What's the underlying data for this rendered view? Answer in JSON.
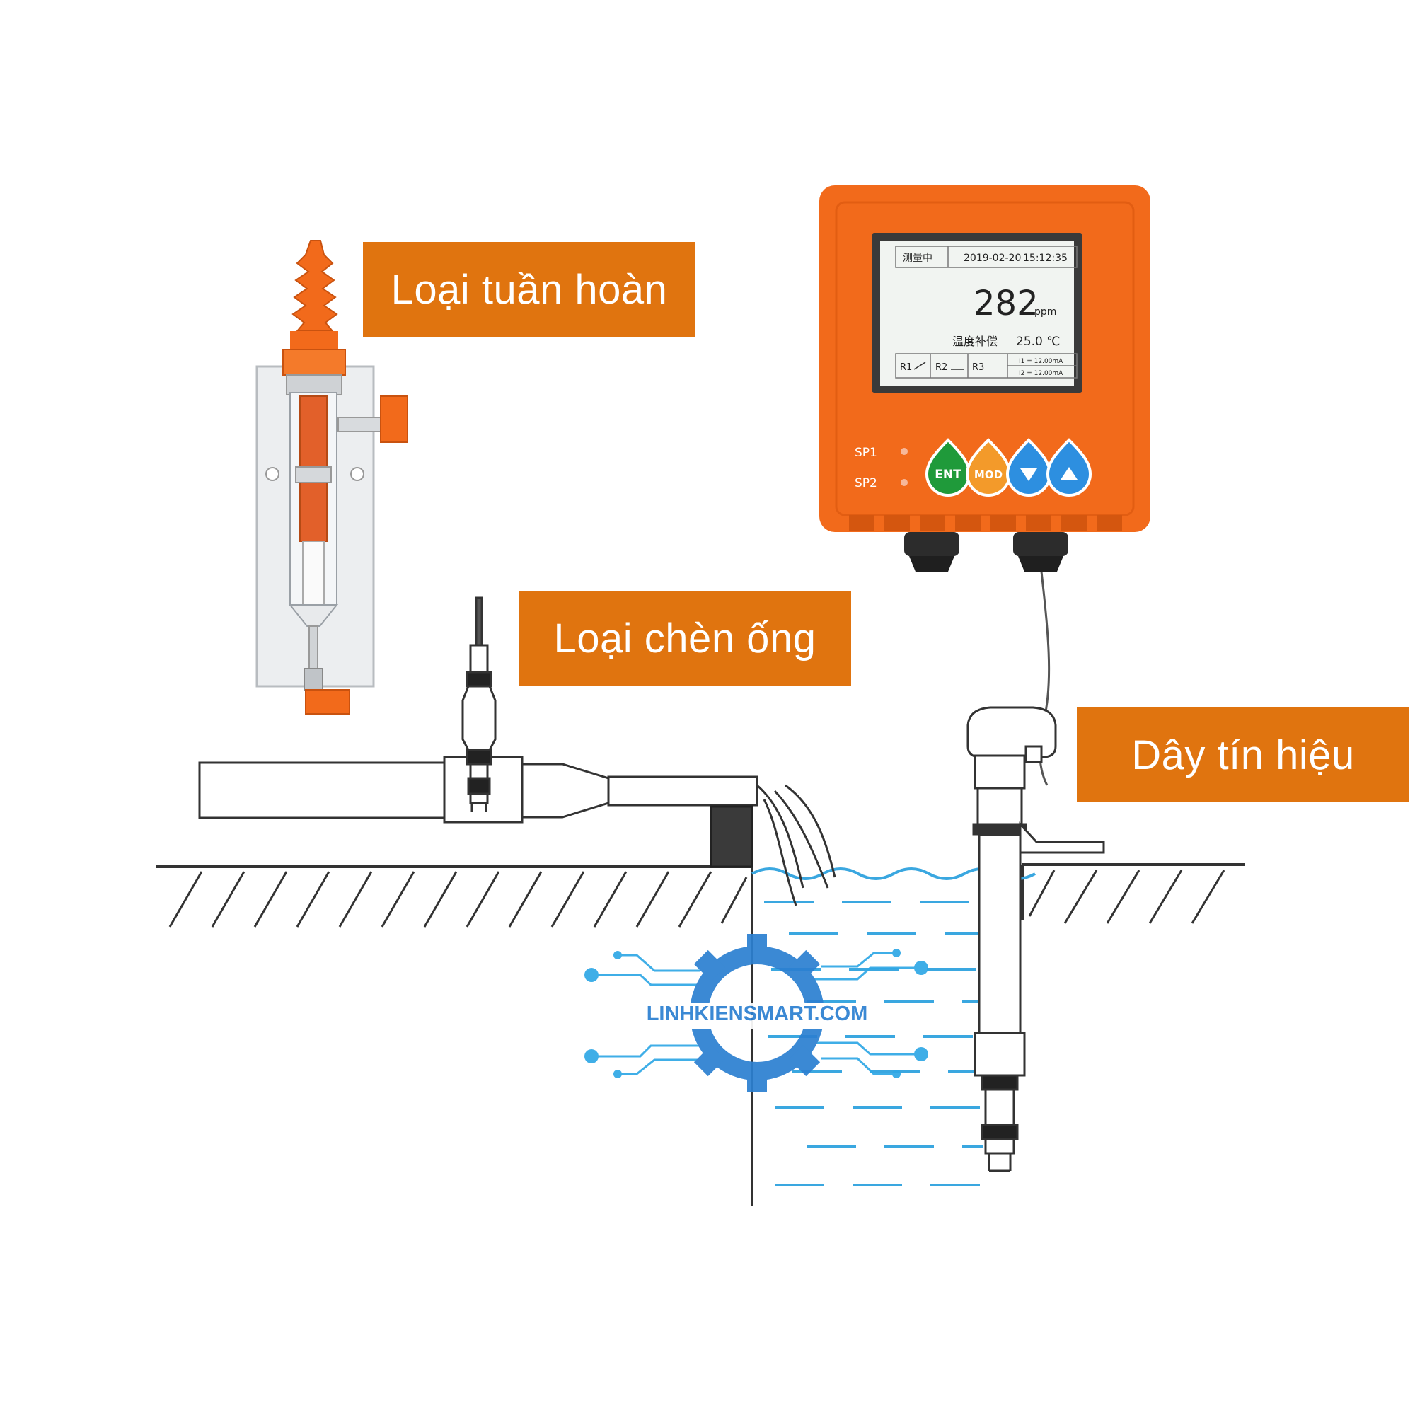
{
  "callouts": {
    "circulation": "Loại tuần hoàn",
    "pipe_insert": "Loại chèn ống",
    "signal_wire": "Dây tín hiệu"
  },
  "controller": {
    "status": "测量中",
    "date": "2019-02-20",
    "time": "15:12:35",
    "reading": "282",
    "unit": "ppm",
    "temp_label": "温度补偿",
    "temp_value": "25.0 ℃",
    "relay1": "R1",
    "relay2": "R2",
    "relay3": "R3",
    "current1": "I1 = 12.00mA",
    "current2": "I2 = 12.00mA",
    "sp1_label": "SP1",
    "sp2_label": "SP2",
    "btn_ent": "ENT",
    "btn_mod": "MOD"
  },
  "watermark": {
    "text": "LINHKIENSMART.COM"
  },
  "colors": {
    "accent_orange": "#e0740f",
    "device_orange": "#f26a1b",
    "water_blue": "#3aa7e0",
    "logo_blue": "#2b7fd1",
    "ent_green": "#1f9a3a",
    "mod_orange": "#f39a2a",
    "arrow_blue": "#2d8fe0"
  },
  "icons": [
    "gear-icon",
    "down-arrow-icon",
    "up-arrow-icon"
  ]
}
